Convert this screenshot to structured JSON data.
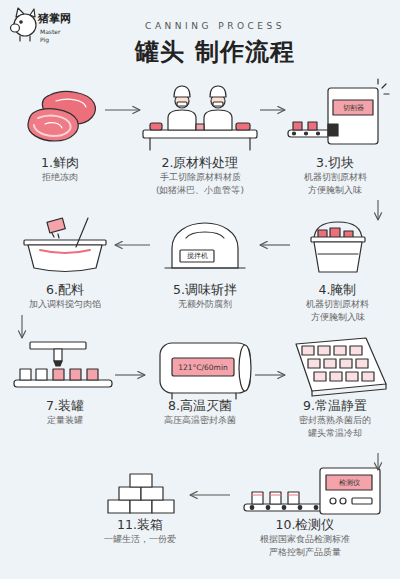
{
  "diagram": {
    "title": "罐头 制作流程",
    "nodes": [
      {
        "text": [
          "1.鲜肉",
          "拒绝冻肉"
        ]
      },
      {
        "text": [
          "2.原材料处理",
          "手工切除原材料材质 (如猪淋巴、小血管等)"
        ]
      },
      {
        "text": [
          "3.切块",
          "机器切割原材料 方便腌制入味"
        ]
      },
      {
        "text": [
          "4.腌制",
          "机器切割原材料 方便腌制入味"
        ]
      },
      {
        "text": [
          "5.调味斩拌",
          "无额外防腐剂"
        ]
      },
      {
        "text": [
          "6.配料",
          "加入调料搅匀肉馅"
        ]
      },
      {
        "text": [
          "7.装罐",
          "定量装罐"
        ]
      },
      {
        "text": [
          "8.高温灭菌",
          "高压高温密封杀菌"
        ]
      },
      {
        "text": [
          "9.常温静置",
          "密封蒸熟杀菌后的 罐头常温冷却"
        ]
      },
      {
        "text": [
          "10.检测仪",
          "根据国家食品检测标准 严格控制产品质量"
        ]
      },
      {
        "text": [
          "11.装箱",
          "一罐生活，一份爱"
        ]
      }
    ],
    "edges": [
      {
        "from": 0,
        "to": 1,
        "arrow": "to"
      },
      {
        "from": 1,
        "to": 2,
        "arrow": "to"
      },
      {
        "from": 2,
        "to": 3,
        "arrow": "to"
      },
      {
        "from": 3,
        "to": 4,
        "arrow": "to"
      },
      {
        "from": 4,
        "to": 5,
        "arrow": "to"
      },
      {
        "from": 5,
        "to": 6,
        "arrow": "to"
      },
      {
        "from": 6,
        "to": 7,
        "arrow": "to"
      },
      {
        "from": 7,
        "to": 8,
        "arrow": "to"
      },
      {
        "from": 8,
        "to": 9,
        "arrow": "to"
      },
      {
        "from": 9,
        "to": 10,
        "arrow": "to"
      }
    ],
    "labels": [
      "猪掌网",
      "Master Pig",
      "CANNING PROCESS",
      "切割器",
      "搅拌机",
      "121°C/60min",
      "检测仪"
    ]
  }
}
